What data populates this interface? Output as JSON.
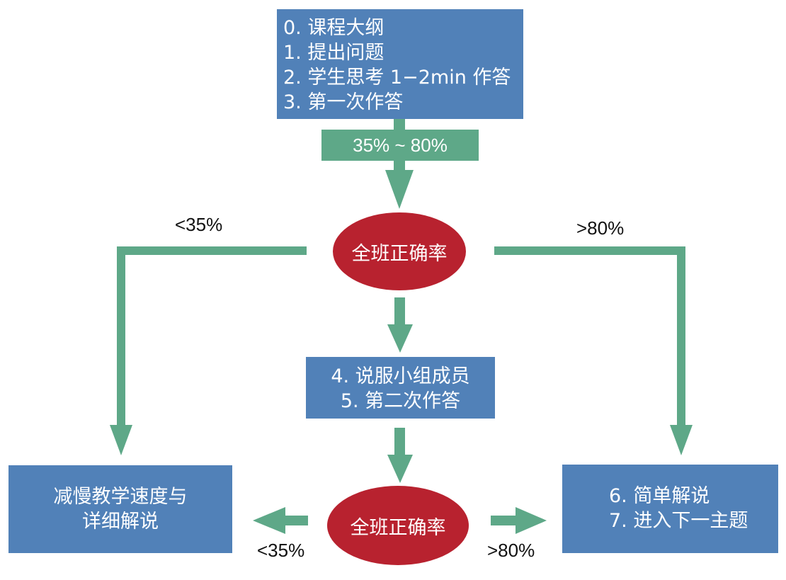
{
  "colors": {
    "box": "#5181b8",
    "decision": "#b8222f",
    "arrow": "#5ea888"
  },
  "top_box": {
    "lines": [
      "0. 课程大纲",
      "1. 提出问题",
      "2. 学生思考 1−2min 作答",
      "3. 第一次作答"
    ]
  },
  "range_label": "35% ~ 80%",
  "decision1": {
    "label": "全班正确率"
  },
  "decision2": {
    "label": "全班正确率"
  },
  "left_branch_label": "<35%",
  "right_branch_label": ">80%",
  "mid_box": {
    "lines": [
      "4. 说服小组成员",
      "5. 第二次作答"
    ]
  },
  "left_box": {
    "lines": [
      "减慢教学速度与",
      "详细解说"
    ]
  },
  "right_box": {
    "lines": [
      "6. 简单解说",
      "7. 进入下一主题"
    ]
  },
  "bottom_left_label": "<35%",
  "bottom_right_label": ">80%"
}
